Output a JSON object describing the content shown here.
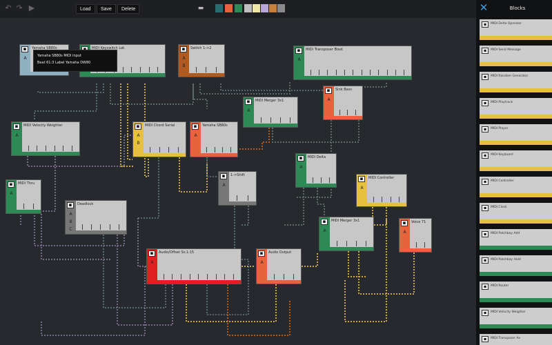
{
  "toolbar": {
    "load_label": "Load",
    "save_label": "Save",
    "delete_label": "Delete",
    "menu_glyph": "▬",
    "swatches": [
      "#2a6b72",
      "#e8623e",
      "#2e8a55",
      "#bfbfbf",
      "#f0e6a8",
      "#b9a6d8",
      "#c8813c",
      "#8a8a8a"
    ]
  },
  "tooltip": {
    "line1": "Yamaha SB80s MIDI Input",
    "line2": "Beat 61:3    Label Yamaha DW80"
  },
  "nodes": [
    {
      "title": "Yamaha SB80s",
      "ports": [
        "A"
      ],
      "color": "#8fb0c0",
      "icon": "input-icon"
    },
    {
      "title": "MIDI Keyswitch Lat.",
      "ports": [
        "A"
      ],
      "color": "#2e8a55",
      "icon": "keyswitch-icon"
    },
    {
      "title": "Switch 1->2",
      "ports": [
        "A",
        "B"
      ],
      "color": "#b05a20",
      "icon": "switch-icon"
    },
    {
      "title": "MIDI Transposer Blast",
      "ports": [
        "A"
      ],
      "color": "#2e8a55",
      "icon": "transposer-icon"
    },
    {
      "title": "Sink Bass",
      "ports": [
        "A"
      ],
      "color": "#e8623e",
      "icon": "sink-icon"
    },
    {
      "title": "MIDI Merger 3x1",
      "ports": [
        "A"
      ],
      "color": "#2e8a55",
      "icon": "merger-icon"
    },
    {
      "title": "MIDI Velocity Weighter",
      "ports": [
        "A"
      ],
      "color": "#2e8a55",
      "icon": "velocity-icon"
    },
    {
      "title": "MIDI Chord Serial",
      "ports": [
        "A",
        "B"
      ],
      "color": "#e8c040",
      "icon": "chord-icon"
    },
    {
      "title": "Yamaha SB80s",
      "ports": [
        "A"
      ],
      "color": "#e8623e",
      "icon": "output-icon"
    },
    {
      "title": "MIDI Delta",
      "ports": [
        "A"
      ],
      "color": "#2e8a55",
      "icon": "delta-icon"
    },
    {
      "title": "MIDI Thru",
      "ports": [
        "A"
      ],
      "color": "#2e8a55",
      "icon": "thru-icon"
    },
    {
      "title": "1->Shift",
      "ports": [
        "A"
      ],
      "color": "#777777",
      "icon": "shift-icon"
    },
    {
      "title": "MIDI Controller",
      "ports": [
        "A"
      ],
      "color": "#e8c040",
      "icon": "controller-icon"
    },
    {
      "title": "Deadlock",
      "ports": [
        "A",
        "B",
        "C"
      ],
      "color": "#777777",
      "icon": "deadlock-icon"
    },
    {
      "title": "MIDI Merger 3x1",
      "ports": [
        "A"
      ],
      "color": "#2e8a55",
      "icon": "merger-icon"
    },
    {
      "title": "Voice 71",
      "ports": [
        "A"
      ],
      "color": "#e8623e",
      "icon": "voice-icon"
    },
    {
      "title": "Audio/Offset Sv.1:15",
      "ports": [
        "A"
      ],
      "color": "#e02020",
      "icon": "audio-offset-icon"
    },
    {
      "title": "Audio Output",
      "ports": [
        "A"
      ],
      "color": "#e8623e",
      "icon": "audio-output-icon"
    }
  ],
  "sidebar": {
    "close_glyph": "✕",
    "title": "Blocks",
    "blocks": [
      {
        "label": "MIDI Delta Operator",
        "color": "#e8c040",
        "icon": "delta-op-icon"
      },
      {
        "label": "MIDI Send Message",
        "color": "#e8c040",
        "icon": "send-message-icon"
      },
      {
        "label": "MIDI Random Generator",
        "color": "#e8c040",
        "icon": "random-icon"
      },
      {
        "label": "MIDI Playtrack",
        "color": "#e8c040",
        "icon": "playtrack-icon"
      },
      {
        "label": "MIDI Player",
        "color": "#e8c040",
        "icon": "player-icon"
      },
      {
        "label": "MIDI Keyboard",
        "color": "#e8c040",
        "icon": "keyboard-icon"
      },
      {
        "label": "MIDI Controller",
        "color": "#e8c040",
        "icon": "controller-icon"
      },
      {
        "label": "MIDI Clock",
        "color": "#e8c040",
        "icon": "clock-icon"
      },
      {
        "label": "MIDI Patchbay Add",
        "color": "#2e8a55",
        "icon": "patchbay-add-icon"
      },
      {
        "label": "MIDI Patchbay Hold",
        "color": "#2e8a55",
        "icon": "patchbay-hold-icon"
      },
      {
        "label": "MIDI Router",
        "color": "#2e8a55",
        "icon": "router-icon"
      },
      {
        "label": "MIDI Velocity Weighter",
        "color": "#2e8a55",
        "icon": "velocity-icon"
      },
      {
        "label": "MIDI Transposer Ax",
        "color": "#2e8a55",
        "icon": "transposer-icon"
      }
    ]
  }
}
